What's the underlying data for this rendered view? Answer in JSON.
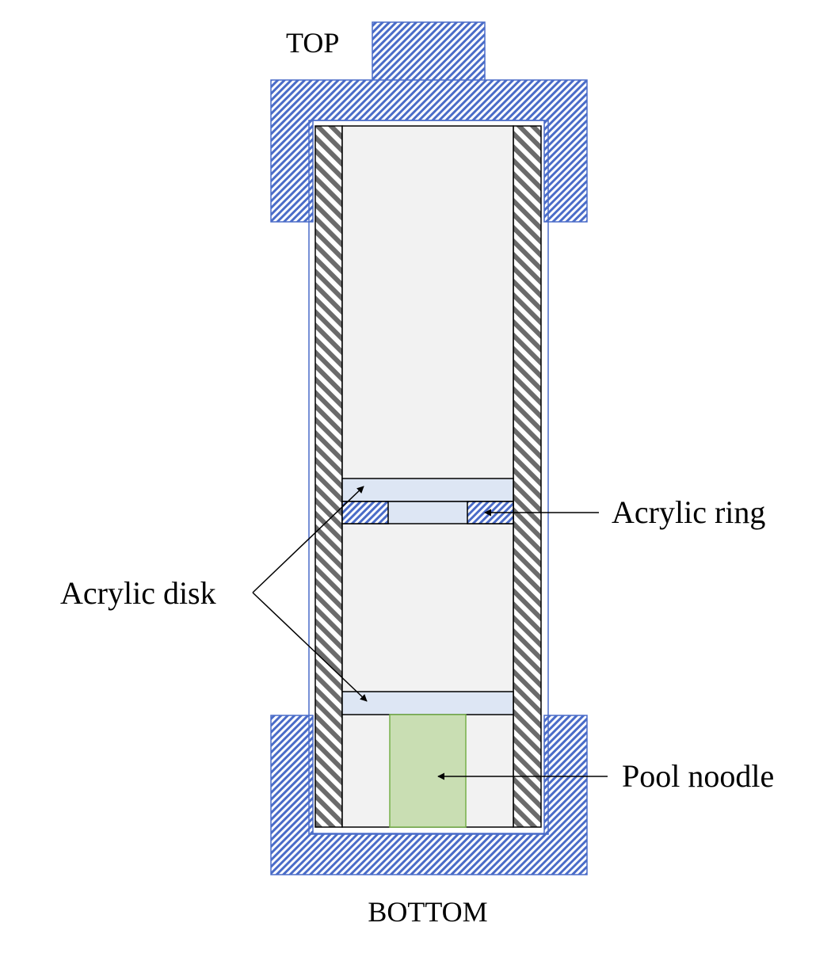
{
  "labels": {
    "top": "TOP",
    "bottom": "BOTTOM",
    "acrylic_ring": "Acrylic ring",
    "acrylic_disk": "Acrylic disk",
    "pool_noodle": "Pool noodle"
  },
  "colors": {
    "cap_blue": "#4a6cc8",
    "wall_gray": "#6b6b6b",
    "interior": "#f2f2f2",
    "disk_fill": "#dde6f4",
    "noodle_fill": "#c9deb3",
    "noodle_stroke": "#77b04a",
    "outline": "#000000"
  }
}
